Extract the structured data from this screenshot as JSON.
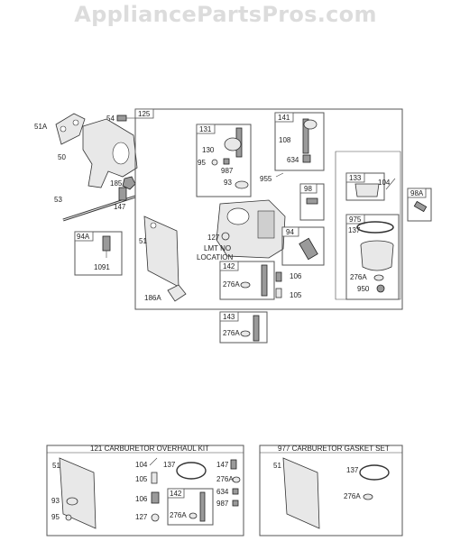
{
  "watermark": "AppliancePartsPros.com",
  "callouts": {
    "c51A": "51A",
    "c54": "54",
    "c50": "50",
    "c185": "185",
    "c53": "53",
    "c147": "147",
    "c94A": "94A",
    "c1091": "1091",
    "c125": "125",
    "c131": "131",
    "c130": "130",
    "c95": "95",
    "c987": "987",
    "c93": "93",
    "c141": "141",
    "c108": "108",
    "c634": "634",
    "c955": "955",
    "c98": "98",
    "c133": "133",
    "c104": "104",
    "c98A": "98A",
    "c975": "975",
    "c137": "137",
    "c276A_975": "276A",
    "c950": "950",
    "c51": "51",
    "c127": "127",
    "c94": "94",
    "lmt_line1": "LMT NO",
    "lmt_line2": "LOCATION",
    "c142": "142",
    "c276A_142": "276A",
    "c106": "106",
    "c105": "105",
    "c186A": "186A",
    "c143": "143",
    "c276A_143": "276A"
  },
  "kit_overhaul": {
    "title": "121 CARBURETOR OVERHAUL KIT",
    "c51": "51",
    "c93": "93",
    "c95": "95",
    "c104": "104",
    "c105": "105",
    "c106": "106",
    "c127": "127",
    "c137": "137",
    "c142": "142",
    "c276A_a": "276A",
    "c147": "147",
    "c276A_b": "276A",
    "c634": "634",
    "c987": "987"
  },
  "kit_gasket": {
    "title": "977 CARBURETOR GASKET SET",
    "c51": "51",
    "c137": "137",
    "c276A": "276A"
  }
}
